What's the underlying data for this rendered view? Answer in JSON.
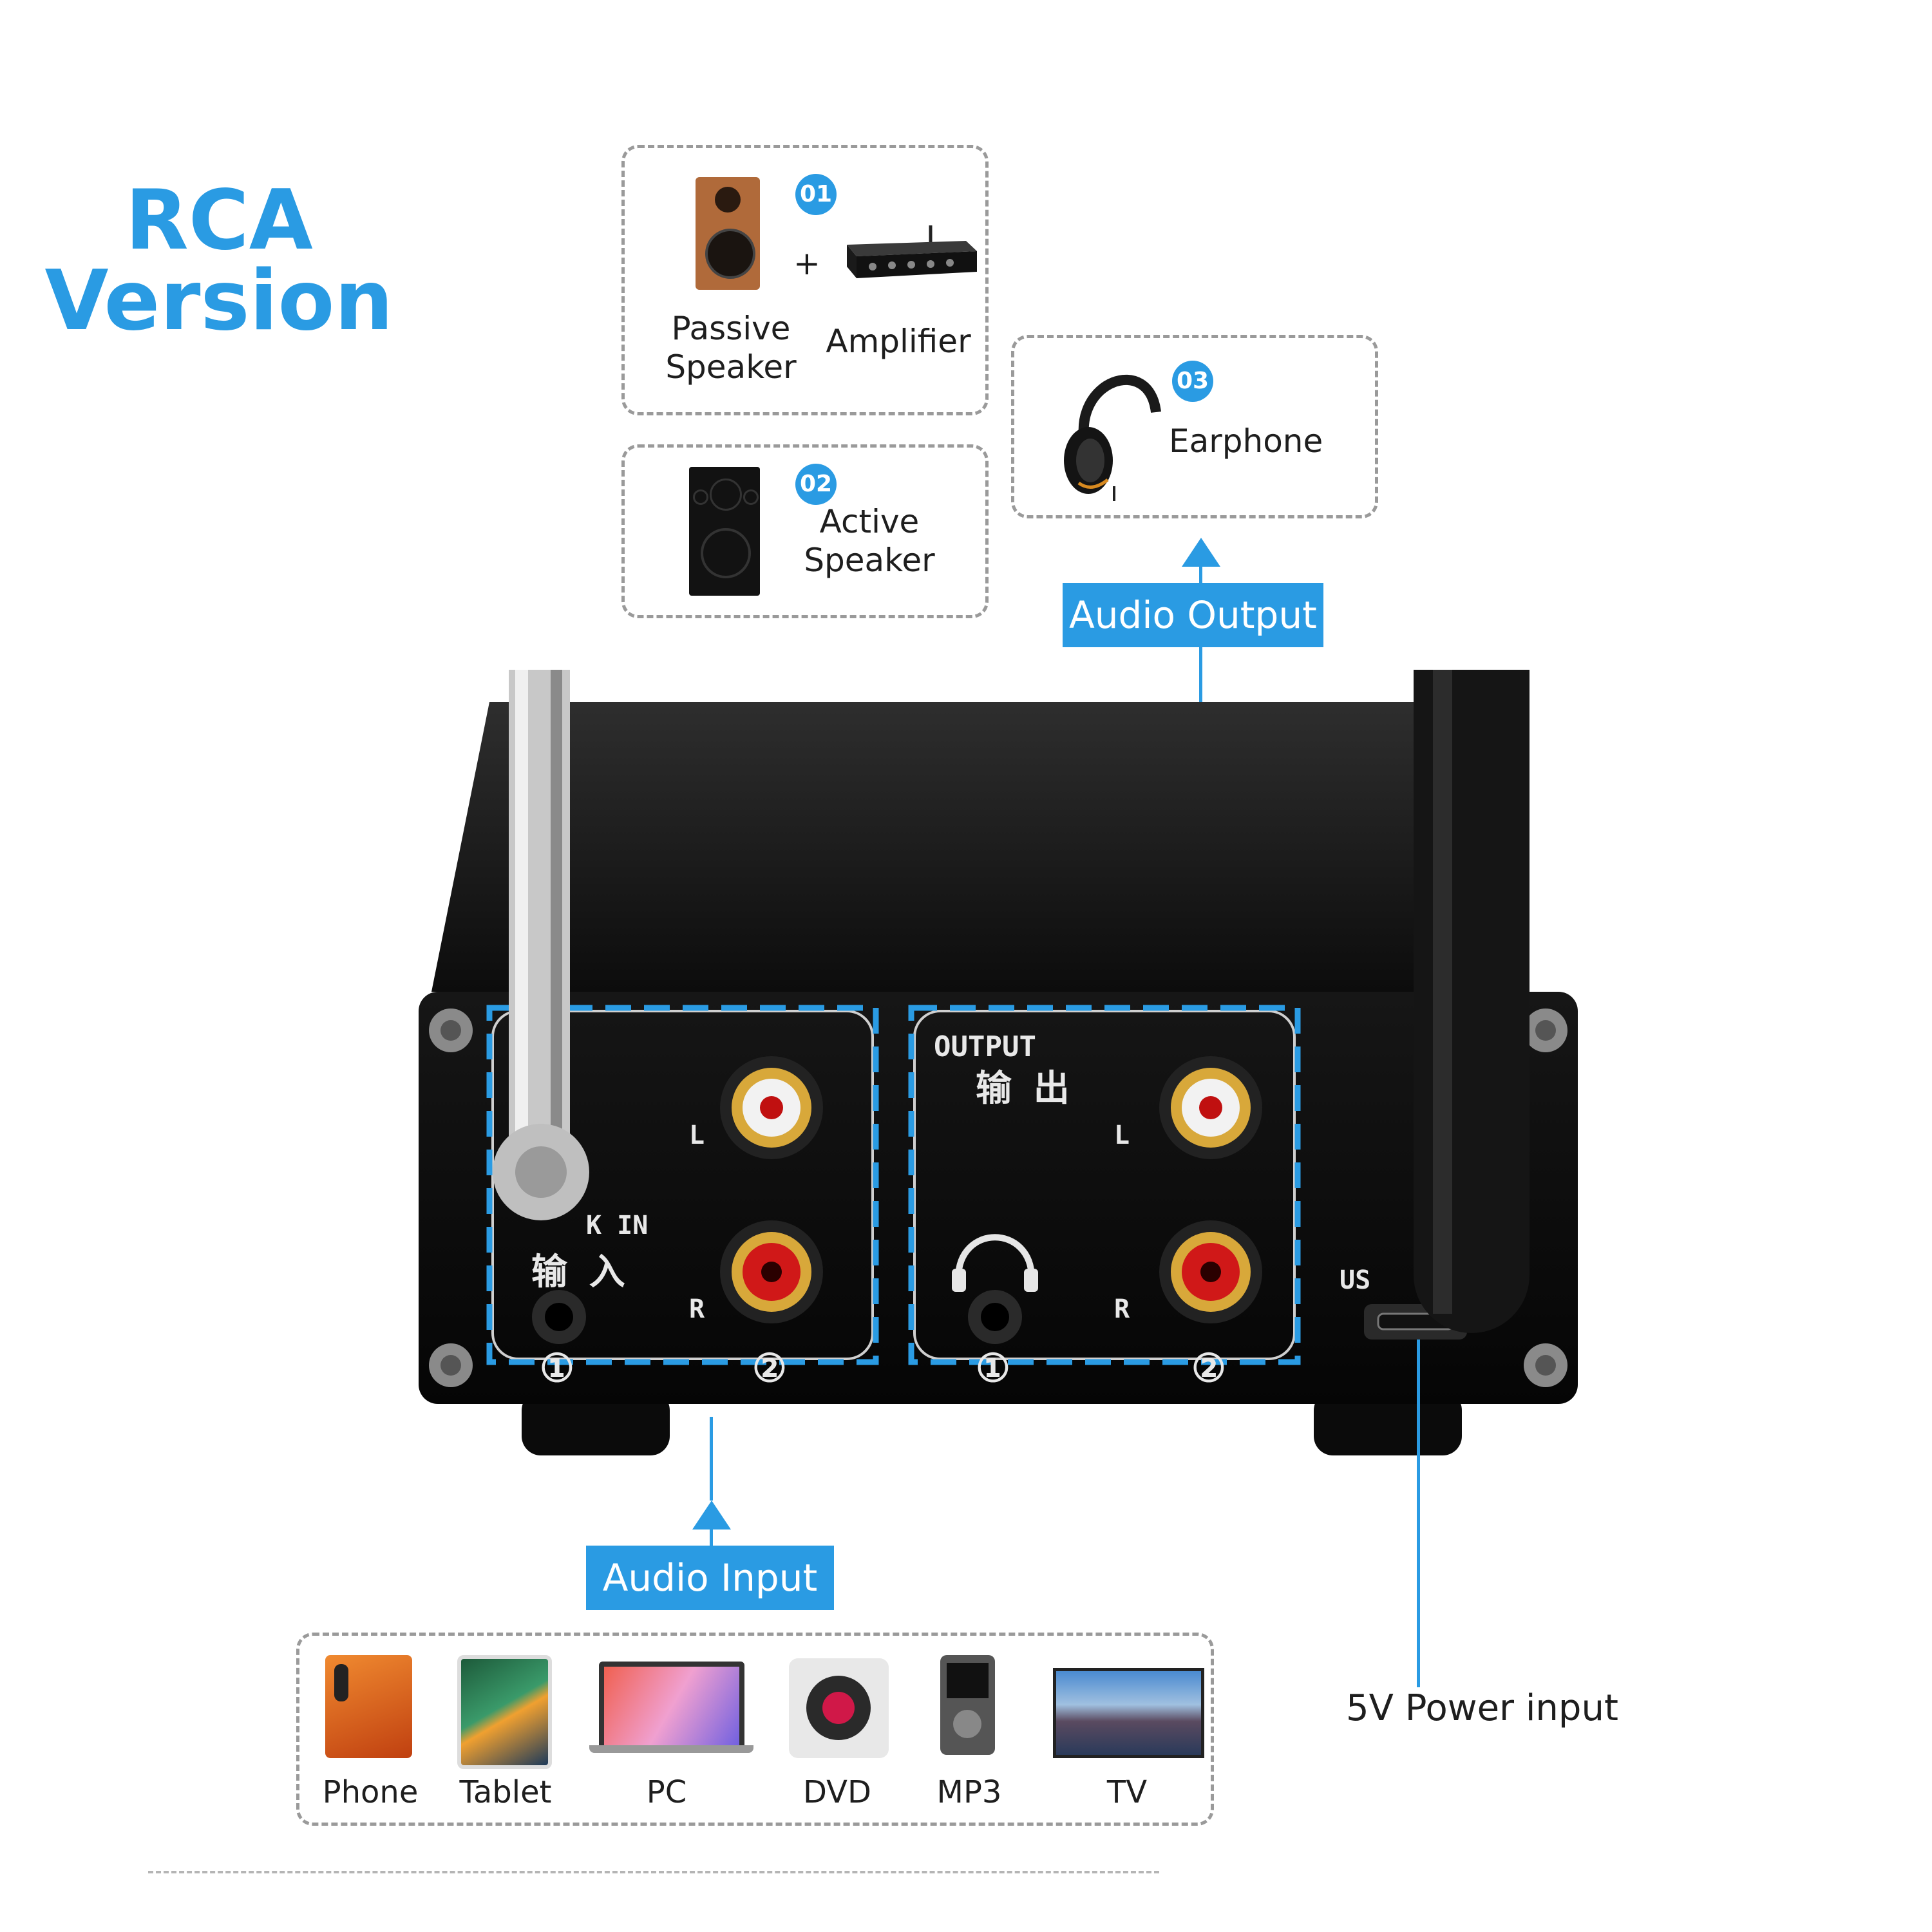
{
  "title": {
    "line1": "RCA",
    "line2": "Version"
  },
  "outputs": {
    "o1": {
      "num": "01",
      "plus": "+",
      "label_a": "Passive\nSpeaker",
      "label_b": "Amplifier"
    },
    "o2": {
      "num": "02",
      "label": "Active\nSpeaker"
    },
    "o3": {
      "num": "03",
      "label": "Earphone"
    }
  },
  "callouts": {
    "audio_output": "Audio Output",
    "audio_input": "Audio Input",
    "power": "5V Power input"
  },
  "panel": {
    "input_label": "K IN",
    "input_cn": "输 入",
    "output_label": "OUTPUT",
    "output_cn": "输 出",
    "left": "L",
    "right": "R",
    "n1": "①",
    "n2": "②",
    "usb": "US"
  },
  "sources": [
    "Phone",
    "Tablet",
    "PC",
    "DVD",
    "MP3",
    "TV"
  ],
  "colors": {
    "accent": "#2a9be3",
    "rca_red": "#d01818",
    "gold": "#d8a83a"
  }
}
